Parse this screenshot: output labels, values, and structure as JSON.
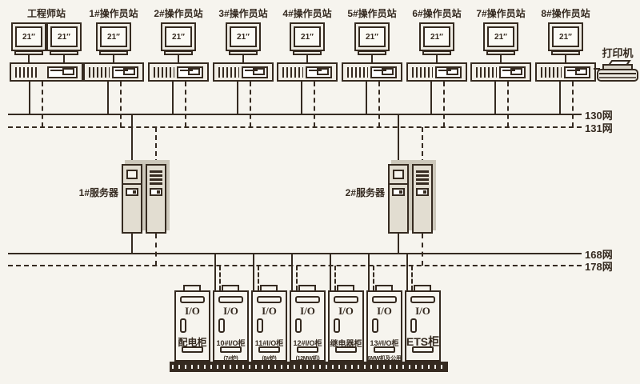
{
  "stations": [
    {
      "label": "工程师站",
      "monitors": [
        "21″",
        "21″"
      ]
    },
    {
      "label": "1#操作员站",
      "monitors": [
        "21″"
      ]
    },
    {
      "label": "2#操作员站",
      "monitors": [
        "21″"
      ]
    },
    {
      "label": "3#操作员站",
      "monitors": [
        "21″"
      ]
    },
    {
      "label": "4#操作员站",
      "monitors": [
        "21″"
      ]
    },
    {
      "label": "5#操作员站",
      "monitors": [
        "21″"
      ]
    },
    {
      "label": "6#操作员站",
      "monitors": [
        "21″"
      ]
    },
    {
      "label": "7#操作员站",
      "monitors": [
        "21″"
      ]
    },
    {
      "label": "8#操作员站",
      "monitors": [
        "21″"
      ]
    }
  ],
  "printer": {
    "label": "打印机"
  },
  "networks": [
    {
      "label": "130网",
      "line_style": "solid"
    },
    {
      "label": "131网",
      "line_style": "dashed"
    },
    {
      "label": "168网",
      "line_style": "solid"
    },
    {
      "label": "178网",
      "line_style": "dashed"
    }
  ],
  "servers": [
    {
      "label": "1#服务器"
    },
    {
      "label": "2#服务器"
    }
  ],
  "cabinets": [
    {
      "io_label": "I/O",
      "name": "配电柜",
      "sub_label": ""
    },
    {
      "io_label": "I/O",
      "name": "10#I/O柜",
      "sub_label": "(7#炉)"
    },
    {
      "io_label": "I/O",
      "name": "11#I/O柜",
      "sub_label": "(8#炉)"
    },
    {
      "io_label": "I/O",
      "name": "12#I/O柜",
      "sub_label": "(12MW机)"
    },
    {
      "io_label": "I/O",
      "name": "继电器柜",
      "sub_label": ""
    },
    {
      "io_label": "I/O",
      "name": "13#I/O柜",
      "sub_label": "6MW机及公用"
    },
    {
      "io_label": "I/O",
      "name": "ETS柜",
      "sub_label": ""
    }
  ],
  "colors": {
    "ink": "#352a20",
    "paper": "#f6f4ee",
    "device_fill": "#efece4",
    "tower_fill": "#e2ddd1",
    "shadow": "#ccc7ba"
  }
}
